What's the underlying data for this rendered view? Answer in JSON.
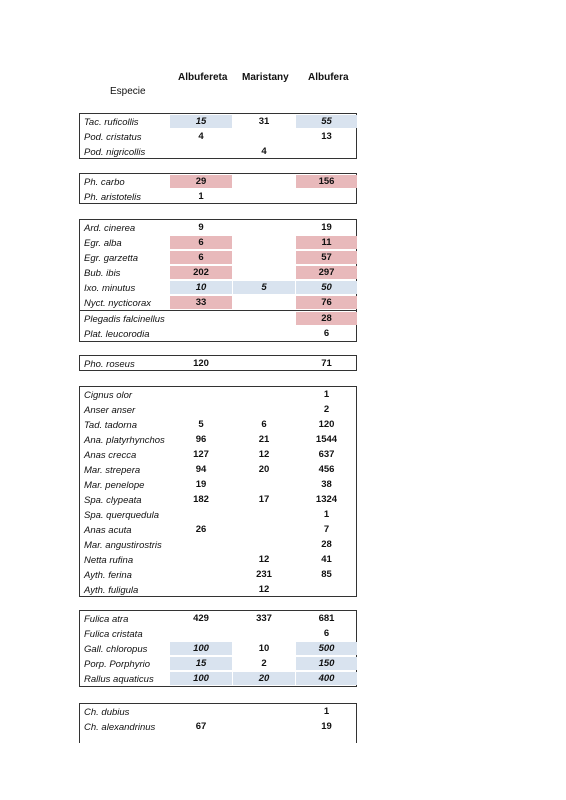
{
  "header": {
    "col1": "Albufereta",
    "col2": "Maristany",
    "col3": "Albufera",
    "species": "Especie"
  },
  "colors": {
    "pink": "#e8b9bb",
    "blue": "#d9e3ef"
  },
  "rows": [
    {
      "name": "Tac. ruficollis",
      "v": [
        "15",
        "31",
        "55"
      ],
      "bg": [
        "blue",
        "",
        "blue"
      ],
      "it": [
        true,
        false,
        true
      ]
    },
    {
      "name": "Pod. cristatus",
      "v": [
        "4",
        "",
        "13"
      ],
      "bg": [
        "",
        "",
        ""
      ],
      "it": [
        false,
        false,
        false
      ]
    },
    {
      "name": "Pod. nigricollis",
      "v": [
        "",
        "4",
        ""
      ],
      "bg": [
        "",
        "",
        ""
      ],
      "it": [
        false,
        false,
        false
      ]
    },
    {
      "name": "Ph. carbo",
      "v": [
        "29",
        "",
        "156"
      ],
      "bg": [
        "pink",
        "",
        "pink"
      ],
      "it": [
        false,
        false,
        false
      ]
    },
    {
      "name": "Ph. aristotelis",
      "v": [
        "1",
        "",
        ""
      ],
      "bg": [
        "",
        "",
        ""
      ],
      "it": [
        false,
        false,
        false
      ]
    },
    {
      "name": "Ard. cinerea",
      "v": [
        "9",
        "",
        "19"
      ],
      "bg": [
        "",
        "",
        ""
      ],
      "it": [
        false,
        false,
        false
      ]
    },
    {
      "name": "Egr. alba",
      "v": [
        "6",
        "",
        "11"
      ],
      "bg": [
        "pink",
        "",
        "pink"
      ],
      "it": [
        false,
        false,
        false
      ]
    },
    {
      "name": "Egr. garzetta",
      "v": [
        "6",
        "",
        "57"
      ],
      "bg": [
        "pink",
        "",
        "pink"
      ],
      "it": [
        false,
        false,
        false
      ]
    },
    {
      "name": "Bub. ibis",
      "v": [
        "202",
        "",
        "297"
      ],
      "bg": [
        "pink",
        "",
        "pink"
      ],
      "it": [
        false,
        false,
        false
      ]
    },
    {
      "name": "Ixo. minutus",
      "v": [
        "10",
        "5",
        "50"
      ],
      "bg": [
        "blue",
        "blue",
        "blue"
      ],
      "it": [
        true,
        true,
        true
      ]
    },
    {
      "name": "Nyct. nycticorax",
      "v": [
        "33",
        "",
        "76"
      ],
      "bg": [
        "pink",
        "",
        "pink"
      ],
      "it": [
        false,
        false,
        false
      ]
    },
    {
      "name": "Plegadis falcinellus",
      "v": [
        "",
        "",
        "28"
      ],
      "bg": [
        "",
        "",
        "pink"
      ],
      "it": [
        false,
        false,
        false
      ]
    },
    {
      "name": "Plat. leucorodia",
      "v": [
        "",
        "",
        "6"
      ],
      "bg": [
        "",
        "",
        ""
      ],
      "it": [
        false,
        false,
        false
      ]
    },
    {
      "name": "Pho. roseus",
      "v": [
        "120",
        "",
        "71"
      ],
      "bg": [
        "",
        "",
        ""
      ],
      "it": [
        false,
        false,
        false
      ]
    },
    {
      "name": "Cignus olor",
      "v": [
        "",
        "",
        "1"
      ],
      "bg": [
        "",
        "",
        ""
      ],
      "it": [
        false,
        false,
        false
      ]
    },
    {
      "name": "Anser anser",
      "v": [
        "",
        "",
        "2"
      ],
      "bg": [
        "",
        "",
        ""
      ],
      "it": [
        false,
        false,
        false
      ]
    },
    {
      "name": "Tad. tadorna",
      "v": [
        "5",
        "6",
        "120"
      ],
      "bg": [
        "",
        "",
        ""
      ],
      "it": [
        false,
        false,
        false
      ]
    },
    {
      "name": "Ana. platyrhynchos",
      "v": [
        "96",
        "21",
        "1544"
      ],
      "bg": [
        "",
        "",
        ""
      ],
      "it": [
        false,
        false,
        false
      ]
    },
    {
      "name": "Anas crecca",
      "v": [
        "127",
        "12",
        "637"
      ],
      "bg": [
        "",
        "",
        ""
      ],
      "it": [
        false,
        false,
        false
      ]
    },
    {
      "name": "Mar. strepera",
      "v": [
        "94",
        "20",
        "456"
      ],
      "bg": [
        "",
        "",
        ""
      ],
      "it": [
        false,
        false,
        false
      ]
    },
    {
      "name": "Mar. penelope",
      "v": [
        "19",
        "",
        "38"
      ],
      "bg": [
        "",
        "",
        ""
      ],
      "it": [
        false,
        false,
        false
      ]
    },
    {
      "name": "Spa. clypeata",
      "v": [
        "182",
        "17",
        "1324"
      ],
      "bg": [
        "",
        "",
        ""
      ],
      "it": [
        false,
        false,
        false
      ]
    },
    {
      "name": "Spa. querquedula",
      "v": [
        "",
        "",
        "1"
      ],
      "bg": [
        "",
        "",
        ""
      ],
      "it": [
        false,
        false,
        false
      ]
    },
    {
      "name": "Anas acuta",
      "v": [
        "26",
        "",
        "7"
      ],
      "bg": [
        "",
        "",
        ""
      ],
      "it": [
        false,
        false,
        false
      ]
    },
    {
      "name": "Mar. angustirostris",
      "v": [
        "",
        "",
        "28"
      ],
      "bg": [
        "",
        "",
        ""
      ],
      "it": [
        false,
        false,
        false
      ]
    },
    {
      "name": "Netta rufina",
      "v": [
        "",
        "12",
        "41"
      ],
      "bg": [
        "",
        "",
        ""
      ],
      "it": [
        false,
        false,
        false
      ]
    },
    {
      "name": "Ayth. ferina",
      "v": [
        "",
        "231",
        "85"
      ],
      "bg": [
        "",
        "",
        ""
      ],
      "it": [
        false,
        false,
        false
      ]
    },
    {
      "name": "Ayth. fuligula",
      "v": [
        "",
        "12",
        ""
      ],
      "bg": [
        "",
        "",
        ""
      ],
      "it": [
        false,
        false,
        false
      ]
    },
    {
      "name": "Fulica atra",
      "v": [
        "429",
        "337",
        "681"
      ],
      "bg": [
        "",
        "",
        ""
      ],
      "it": [
        false,
        false,
        false
      ]
    },
    {
      "name": "Fulica cristata",
      "v": [
        "",
        "",
        "6"
      ],
      "bg": [
        "",
        "",
        ""
      ],
      "it": [
        false,
        false,
        false
      ]
    },
    {
      "name": "Gall. chloropus",
      "v": [
        "100",
        "10",
        "500"
      ],
      "bg": [
        "blue",
        "",
        "blue"
      ],
      "it": [
        true,
        false,
        true
      ]
    },
    {
      "name": "Porp. Porphyrio",
      "v": [
        "15",
        "2",
        "150"
      ],
      "bg": [
        "blue",
        "",
        "blue"
      ],
      "it": [
        true,
        false,
        true
      ]
    },
    {
      "name": "Rallus aquaticus",
      "v": [
        "100",
        "20",
        "400"
      ],
      "bg": [
        "blue",
        "blue",
        "blue"
      ],
      "it": [
        true,
        true,
        true
      ]
    },
    {
      "name": "Ch. dubius",
      "v": [
        "",
        "",
        "1"
      ],
      "bg": [
        "",
        "",
        ""
      ],
      "it": [
        false,
        false,
        false
      ]
    },
    {
      "name": "Ch. alexandrinus",
      "v": [
        "67",
        "",
        "19"
      ],
      "bg": [
        "",
        "",
        ""
      ],
      "it": [
        false,
        false,
        false
      ]
    }
  ]
}
